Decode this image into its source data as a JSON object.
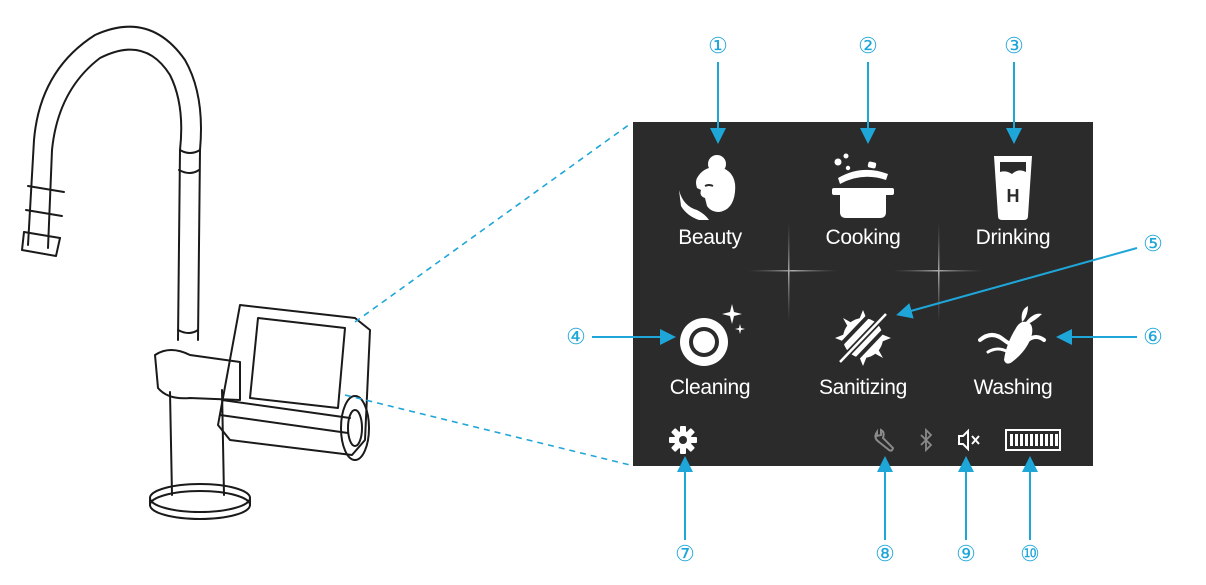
{
  "screen": {
    "modes": [
      {
        "id": 1,
        "label": "Beauty",
        "icon": "beauty-face-icon"
      },
      {
        "id": 2,
        "label": "Cooking",
        "icon": "cooking-pot-icon"
      },
      {
        "id": 3,
        "label": "Drinking",
        "icon": "drinking-glass-icon",
        "glass_letter": "H"
      },
      {
        "id": 4,
        "label": "Cleaning",
        "icon": "cleaning-plate-icon"
      },
      {
        "id": 5,
        "label": "Sanitizing",
        "icon": "sanitizing-germ-icon"
      },
      {
        "id": 6,
        "label": "Washing",
        "icon": "washing-vegetable-icon"
      }
    ],
    "status_bar": {
      "settings": "gear-icon",
      "maintenance": "wrench-icon",
      "bluetooth": "bluetooth-icon",
      "sound": "speaker-muted-icon",
      "battery": "battery-icon"
    }
  },
  "callouts": [
    "①",
    "②",
    "③",
    "④",
    "⑤",
    "⑥",
    "⑦",
    "⑧",
    "⑨",
    "⑩"
  ],
  "colors": {
    "callout": "#1fa6d8",
    "screen_bg": "#2b2b2b",
    "icon": "#ffffff",
    "dim_icon": "#8a8a8a"
  }
}
